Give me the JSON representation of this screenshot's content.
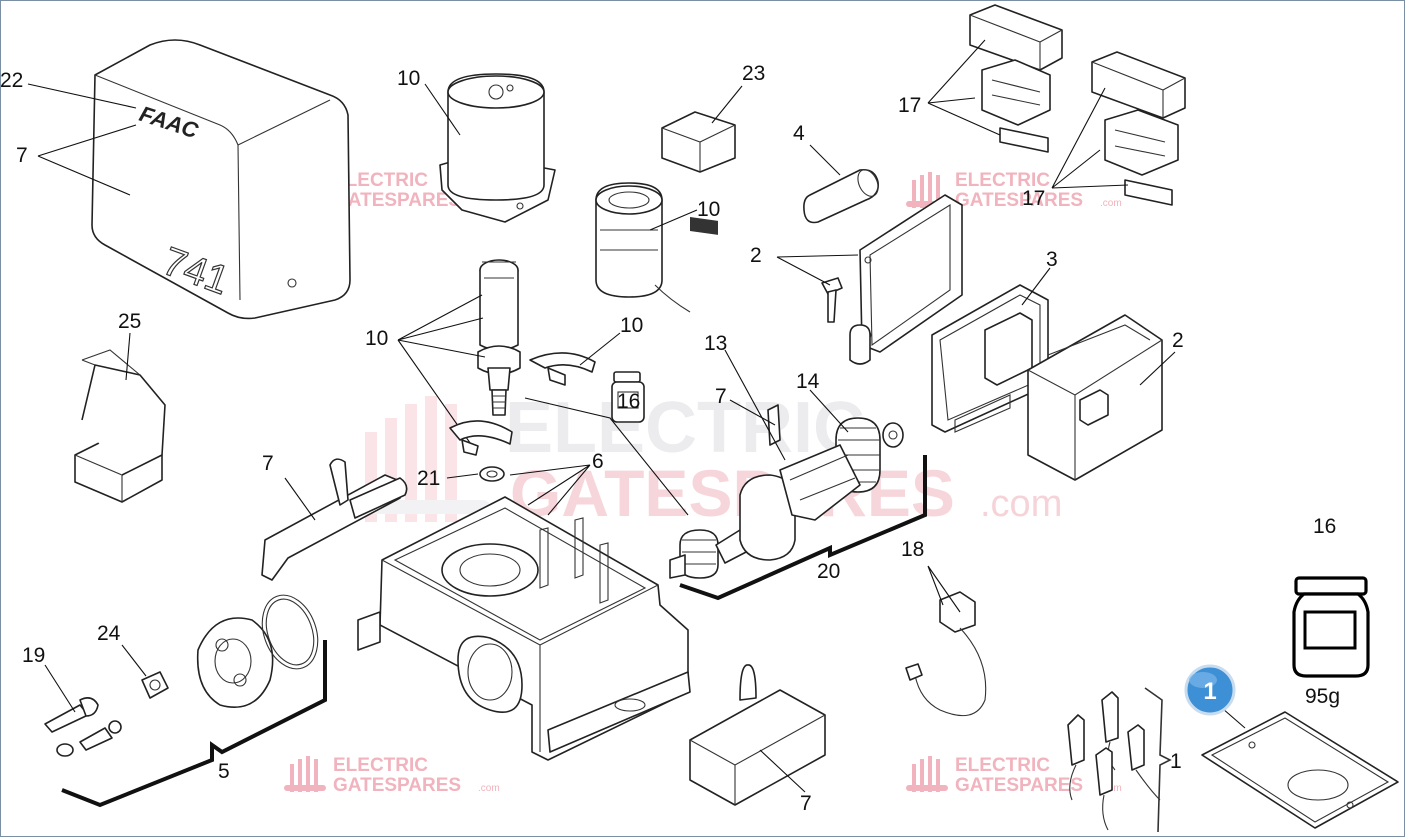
{
  "diagram": {
    "callouts": {
      "c22": "22",
      "c7_cover": "7",
      "c10_motor": "10",
      "c23": "23",
      "c4": "4",
      "c17_a": "17",
      "c17_b": "17",
      "c10_sleeve": "10",
      "c2_board": "2",
      "c3": "3",
      "c25": "25",
      "c10_shaft": "10",
      "c10_clip": "10",
      "c13": "13",
      "c7_gear": "7",
      "c14": "14",
      "c2_box": "2",
      "c16_small": "16",
      "c6": "6",
      "c21": "21",
      "c7_lever": "7",
      "c20": "20",
      "c18": "18",
      "c16_jar": "16",
      "c24": "24",
      "c19": "19",
      "c5": "5",
      "c1": "1",
      "c7_block": "7"
    },
    "grease_jar": {
      "weight": "95g"
    },
    "badge": {
      "number": "1"
    },
    "cover_logo": "FAAC",
    "cover_model": "741",
    "watermark": {
      "line1": "ELECTRIC",
      "line2": "GATESPARES",
      "suffix": ".com"
    }
  },
  "colors": {
    "watermark_pink": "#f1b3bd",
    "watermark_grey": "#e9e9ec",
    "badge_blue": "#3d8fd6",
    "frame_border": "#7a8fa3"
  }
}
